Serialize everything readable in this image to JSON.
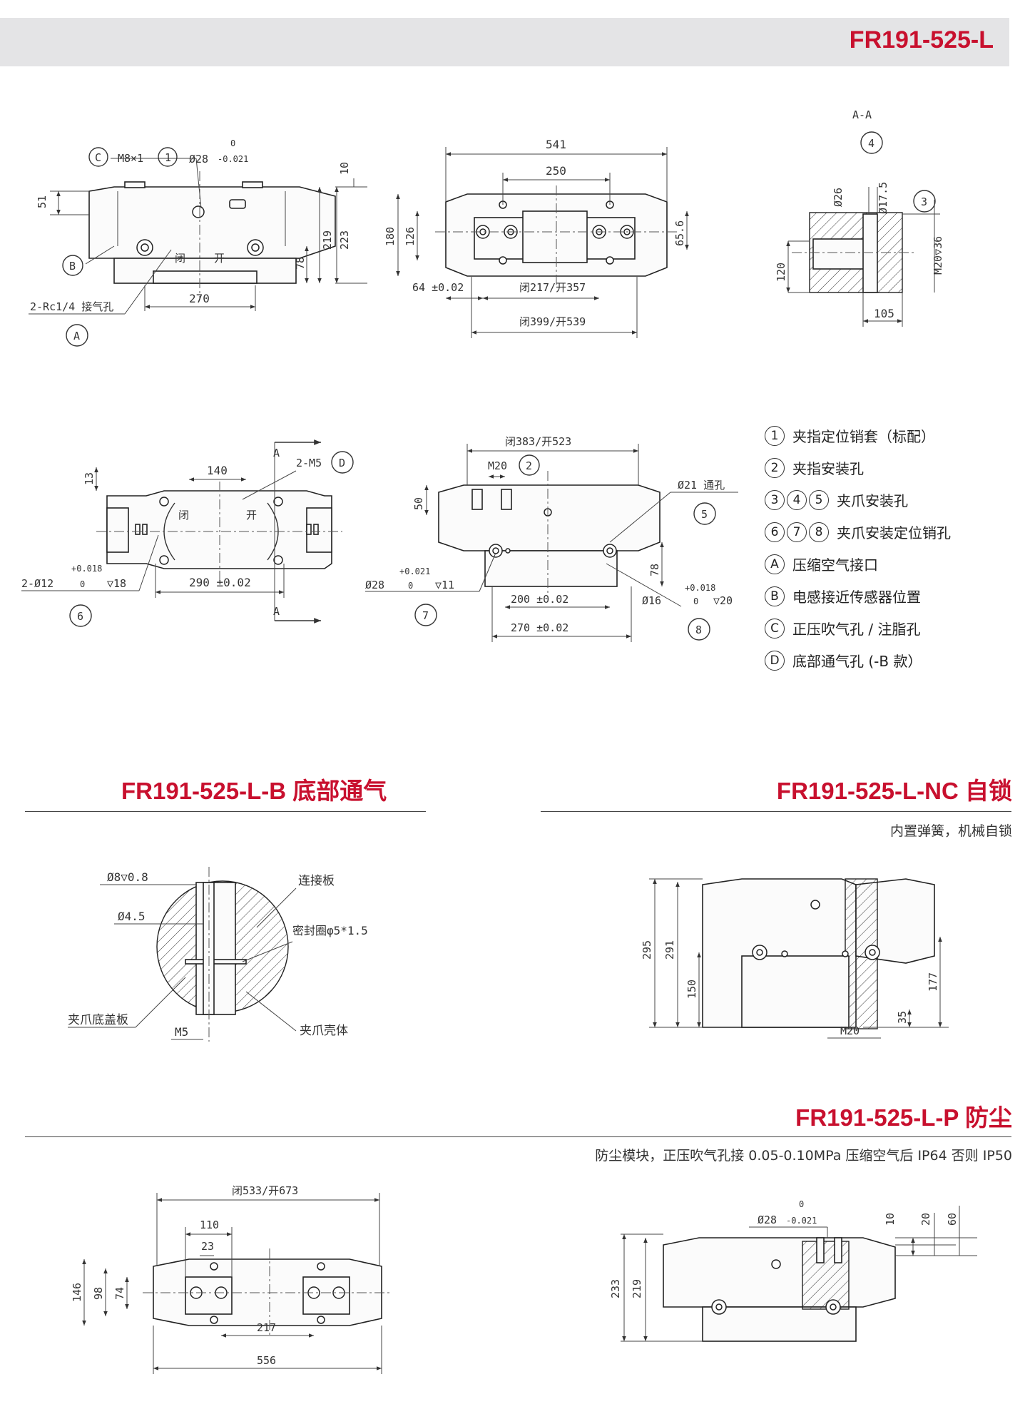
{
  "header": {
    "model": "FR191-525-L"
  },
  "view_top": {
    "dims": [
      "10",
      "51",
      "219",
      "223",
      "78",
      "270"
    ],
    "callouts": [
      "C",
      "M8×1",
      "1",
      "B",
      "A"
    ],
    "tolerance": {
      "base": "Ø28",
      "upper": "0",
      "lower": "-0.021"
    },
    "port_note": "2-Rc1/4 接气孔",
    "marks": [
      "闭",
      "开"
    ]
  },
  "view_front": {
    "dims": [
      "541",
      "250",
      "180",
      "126",
      "65.6",
      "64 ±0.02",
      "闭217/开357",
      "闭399/开539"
    ]
  },
  "view_section": {
    "title": "A-A",
    "dims": [
      "Ø26",
      "Ø17.5",
      "M20▽36",
      "120",
      "105"
    ],
    "callouts": [
      "4",
      "3"
    ]
  },
  "view_plan": {
    "dims": [
      "13",
      "140",
      "2-M5",
      "290 ±0.02",
      "2-Ø12",
      "▽18"
    ],
    "tolerance": {
      "upper": "+0.018",
      "lower": "0"
    },
    "section_mark": "A",
    "callouts": [
      "D",
      "6"
    ],
    "marks": [
      "闭",
      "开"
    ]
  },
  "view_side": {
    "dims": [
      "闭383/开523",
      "M20",
      "50",
      "Ø21 通孔",
      "78",
      "200 ±0.02",
      "270 ±0.02",
      "Ø28",
      "▽11",
      "Ø16",
      "▽20"
    ],
    "tolerances": [
      {
        "upper": "+0.021",
        "lower": "0"
      },
      {
        "upper": "+0.018",
        "lower": "0"
      }
    ],
    "callouts": [
      "2",
      "5",
      "7",
      "8"
    ]
  },
  "legend": [
    {
      "markers": [
        "1"
      ],
      "label": "夹指定位销套（标配）"
    },
    {
      "markers": [
        "2"
      ],
      "label": "夹指安装孔"
    },
    {
      "markers": [
        "3",
        "4",
        "5"
      ],
      "label": "夹爪安装孔"
    },
    {
      "markers": [
        "6",
        "7",
        "8"
      ],
      "label": "夹爪安装定位销孔"
    },
    {
      "markers": [
        "A"
      ],
      "label": "压缩空气接口"
    },
    {
      "markers": [
        "B"
      ],
      "label": "电感接近传感器位置"
    },
    {
      "markers": [
        "C"
      ],
      "label": "正压吹气孔 / 注脂孔"
    },
    {
      "markers": [
        "D"
      ],
      "label": "底部通气孔 (-B 款）"
    }
  ],
  "section_b": {
    "title": "FR191-525-L-B 底部通气",
    "labels": [
      "Ø8▽0.8",
      "Ø4.5",
      "连接板",
      "密封圈φ5*1.5",
      "夹爪底盖板",
      "M5",
      "夹爪壳体"
    ]
  },
  "section_nc": {
    "title": "FR191-525-L-NC 自锁",
    "subtitle": "内置弹簧，机械自锁",
    "dims": [
      "295",
      "291",
      "150",
      "177",
      "35",
      "M20"
    ]
  },
  "section_p": {
    "title": "FR191-525-L-P 防尘",
    "subtitle": "防尘模块，正压吹气孔接 0.05-0.10MPa 压缩空气后 IP64 否则 IP50",
    "plan_dims": [
      "闭533/开673",
      "110",
      "23",
      "146",
      "98",
      "74",
      "217",
      "556"
    ],
    "side_dims": [
      "10",
      "20",
      "60",
      "233",
      "219"
    ],
    "tolerance": {
      "base": "Ø28",
      "upper": "0",
      "lower": "-0.021"
    }
  },
  "colors": {
    "accent": "#c8102e",
    "header_bg": "#e4e4e6",
    "line": "#333333"
  }
}
